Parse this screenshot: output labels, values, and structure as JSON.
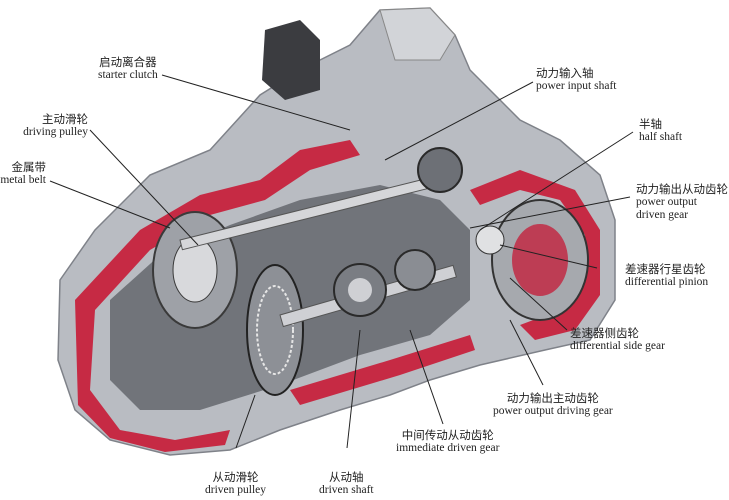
{
  "diagram": {
    "subject": "CVT transmission cutaway",
    "colors": {
      "housing": "#b9bcc2",
      "cutface": "#c8102e",
      "dark": "#3a3a3a",
      "metal": "#8d9096",
      "leader": "#222222"
    },
    "labels": [
      {
        "id": "starter-clutch",
        "zh": "启动离合器",
        "en": "starter clutch"
      },
      {
        "id": "driving-pulley",
        "zh": "主动滑轮",
        "en": "driving pulley"
      },
      {
        "id": "metal-belt",
        "zh": "金属带",
        "en": "metal belt"
      },
      {
        "id": "power-input-shaft",
        "zh": "动力输入轴",
        "en": "power input shaft"
      },
      {
        "id": "half-shaft",
        "zh": "半轴",
        "en": "half shaft"
      },
      {
        "id": "power-output-driven-gear",
        "zh": "动力输出从动齿轮",
        "en": "power output",
        "en2": "driven gear"
      },
      {
        "id": "differential-pinion",
        "zh": "差速器行星齿轮",
        "en": "differential pinion"
      },
      {
        "id": "differential-side-gear",
        "zh": "差速器侧齿轮",
        "en": "differential side gear"
      },
      {
        "id": "power-output-driving-gear",
        "zh": "动力输出主动齿轮",
        "en": "power output driving gear"
      },
      {
        "id": "immediate-driven-gear",
        "zh": "中间传动从动齿轮",
        "en": "immediate driven gear"
      },
      {
        "id": "driven-pulley",
        "zh": "从动滑轮",
        "en": "driven pulley"
      },
      {
        "id": "driven-shaft",
        "zh": "从动轴",
        "en": "driven shaft"
      }
    ]
  }
}
